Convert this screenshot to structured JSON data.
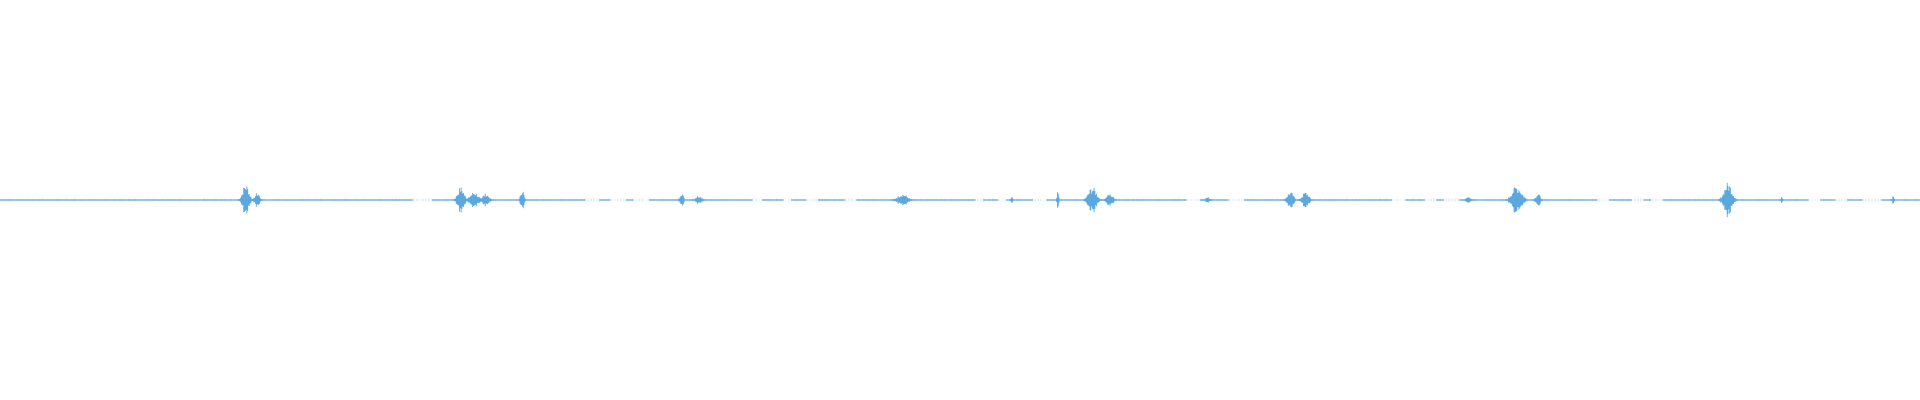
{
  "waveform": {
    "color": "#5ba8de",
    "background": "#ffffff",
    "bursts": [
      {
        "pos": 0.128,
        "amp": 0.55,
        "spread": 0.004
      },
      {
        "pos": 0.134,
        "amp": 0.25,
        "spread": 0.003
      },
      {
        "pos": 0.24,
        "amp": 0.45,
        "spread": 0.004
      },
      {
        "pos": 0.247,
        "amp": 0.28,
        "spread": 0.005
      },
      {
        "pos": 0.253,
        "amp": 0.22,
        "spread": 0.004
      },
      {
        "pos": 0.272,
        "amp": 0.4,
        "spread": 0.002
      },
      {
        "pos": 0.355,
        "amp": 0.3,
        "spread": 0.002
      },
      {
        "pos": 0.364,
        "amp": 0.16,
        "spread": 0.004
      },
      {
        "pos": 0.47,
        "amp": 0.22,
        "spread": 0.006
      },
      {
        "pos": 0.527,
        "amp": 0.14,
        "spread": 0.001
      },
      {
        "pos": 0.551,
        "amp": 0.3,
        "spread": 0.001
      },
      {
        "pos": 0.569,
        "amp": 0.45,
        "spread": 0.005
      },
      {
        "pos": 0.578,
        "amp": 0.22,
        "spread": 0.004
      },
      {
        "pos": 0.629,
        "amp": 0.1,
        "spread": 0.003
      },
      {
        "pos": 0.672,
        "amp": 0.28,
        "spread": 0.004
      },
      {
        "pos": 0.68,
        "amp": 0.28,
        "spread": 0.004
      },
      {
        "pos": 0.765,
        "amp": 0.12,
        "spread": 0.003
      },
      {
        "pos": 0.79,
        "amp": 0.5,
        "spread": 0.006
      },
      {
        "pos": 0.801,
        "amp": 0.22,
        "spread": 0.003
      },
      {
        "pos": 0.9,
        "amp": 0.6,
        "spread": 0.005
      },
      {
        "pos": 0.928,
        "amp": 0.16,
        "spread": 0.001
      },
      {
        "pos": 0.986,
        "amp": 0.22,
        "spread": 0.001
      }
    ],
    "gaps": [
      [
        0.215,
        0.225
      ],
      [
        0.305,
        0.312
      ],
      [
        0.318,
        0.326
      ],
      [
        0.33,
        0.338
      ],
      [
        0.392,
        0.397
      ],
      [
        0.408,
        0.412
      ],
      [
        0.42,
        0.426
      ],
      [
        0.44,
        0.446
      ],
      [
        0.508,
        0.512
      ],
      [
        0.52,
        0.524
      ],
      [
        0.538,
        0.545
      ],
      [
        0.618,
        0.625
      ],
      [
        0.64,
        0.648
      ],
      [
        0.725,
        0.732
      ],
      [
        0.742,
        0.748
      ],
      [
        0.752,
        0.76
      ],
      [
        0.832,
        0.838
      ],
      [
        0.85,
        0.856
      ],
      [
        0.86,
        0.866
      ],
      [
        0.942,
        0.948
      ],
      [
        0.956,
        0.962
      ],
      [
        0.97,
        0.98
      ]
    ]
  }
}
